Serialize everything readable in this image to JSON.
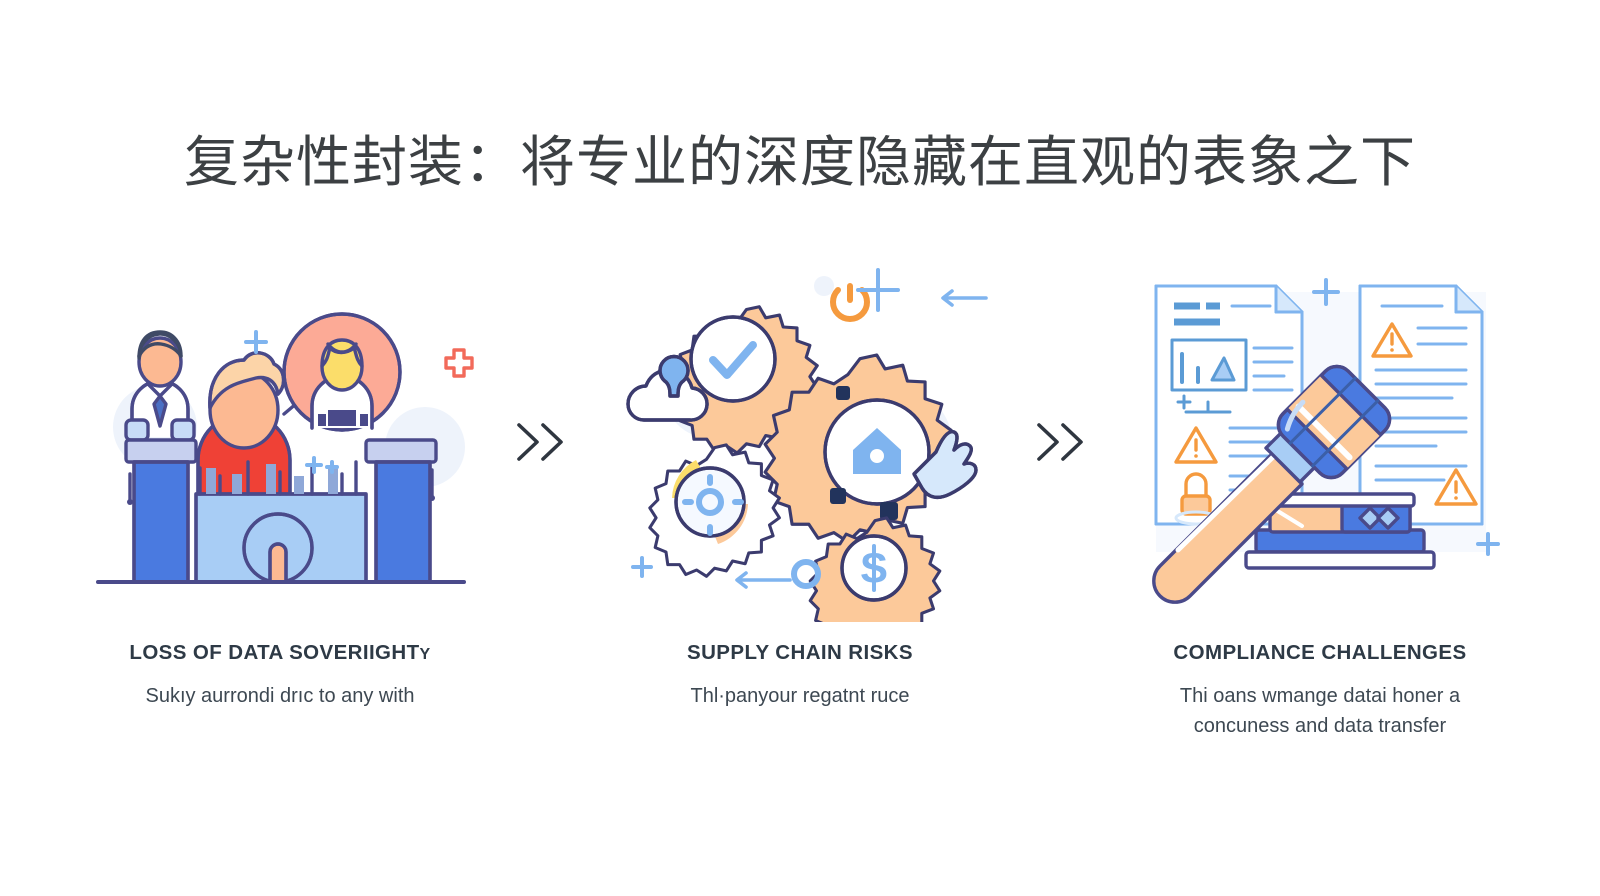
{
  "slide": {
    "background_color": "#ffffff",
    "title": "复杂性封装：将专业的深度隐藏在直观的表象之下",
    "title_color": "#3c4043"
  },
  "separators": [
    {
      "name": "chevron-separator-1",
      "glyph": "double-chevron-right-icon",
      "color": "#2f3640"
    },
    {
      "name": "chevron-separator-2",
      "glyph": "double-chevron-right-icon",
      "color": "#2f3640"
    }
  ],
  "columns": [
    {
      "id": "loss-of-data-sovereignty",
      "illustration": "podium-people-lock-illustration",
      "heading_main": "LOSS OF DATA SOVERIIGHT",
      "heading_tail": "Y",
      "subtitle_lines": [
        "Sukıy aurrondi drıc to any with"
      ]
    },
    {
      "id": "supply-chain-risks",
      "illustration": "gears-machinery-illustration",
      "heading_main": "SUPPLY CHAIN RISKS",
      "heading_tail": "",
      "subtitle_lines": [
        "Thl·panyour regatnt ruce"
      ]
    },
    {
      "id": "compliance-challenges",
      "illustration": "gavel-documents-illustration",
      "heading_main": "COMPLIANCE CHALLENGES",
      "heading_tail": "",
      "subtitle_lines": [
        "Thi oans wmange datai honer a",
        "concuness and data transfer"
      ]
    }
  ],
  "palette": {
    "outline_navy": "#4a4a8a",
    "outline_dark_navy": "#3b3b6e",
    "blue_primary": "#4a7ae0",
    "blue_light": "#a8cdf5",
    "blue_pale": "#d6e8fb",
    "blue_accent": "#7fb4ef",
    "orange_peach": "#fcc99a",
    "orange_accent": "#f59a3e",
    "salmon": "#fcaa96",
    "red": "#ef4136",
    "yellow": "#fbdd6a",
    "doc_blue_line": "#5b9bd5",
    "doc_border": "#7fb4ef",
    "skin": "#fcb992"
  }
}
